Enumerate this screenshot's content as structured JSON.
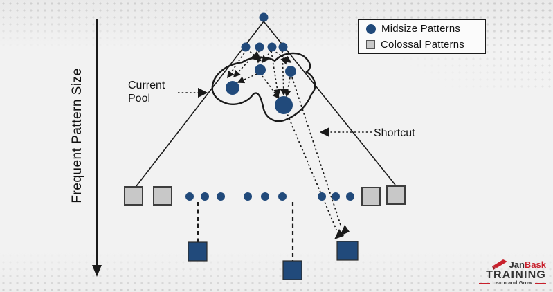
{
  "axis": {
    "label": "Frequent Pattern Size"
  },
  "legend": {
    "items": [
      {
        "label": "Midsize Patterns",
        "marker": "circle",
        "color": "#214A7B"
      },
      {
        "label": "Colossal Patterns",
        "marker": "square",
        "color": "#C8C8C8"
      }
    ]
  },
  "labels": {
    "current_pool_line1": "Current",
    "current_pool_line2": "Pool",
    "shortcut": "Shortcut"
  },
  "logo": {
    "jan": "Jan",
    "bask": "Bask",
    "training": "TRAINING",
    "tagline": "Learn and Grow"
  },
  "colors": {
    "midsize_navy": "#214A7B",
    "colossal_gray": "#C8C8C8",
    "line_black": "#1A1A1A",
    "logo_red": "#C8202C",
    "background": "#F1F1F1"
  },
  "diagram": {
    "type": "pattern-lattice",
    "apex_dot_count": 1,
    "upper_dot_count": 4,
    "pool_dot_count": 4,
    "midsize_row_dot_count": 9,
    "colossal_row_square_count": 4,
    "bottom_colossal_square_count": 3
  }
}
